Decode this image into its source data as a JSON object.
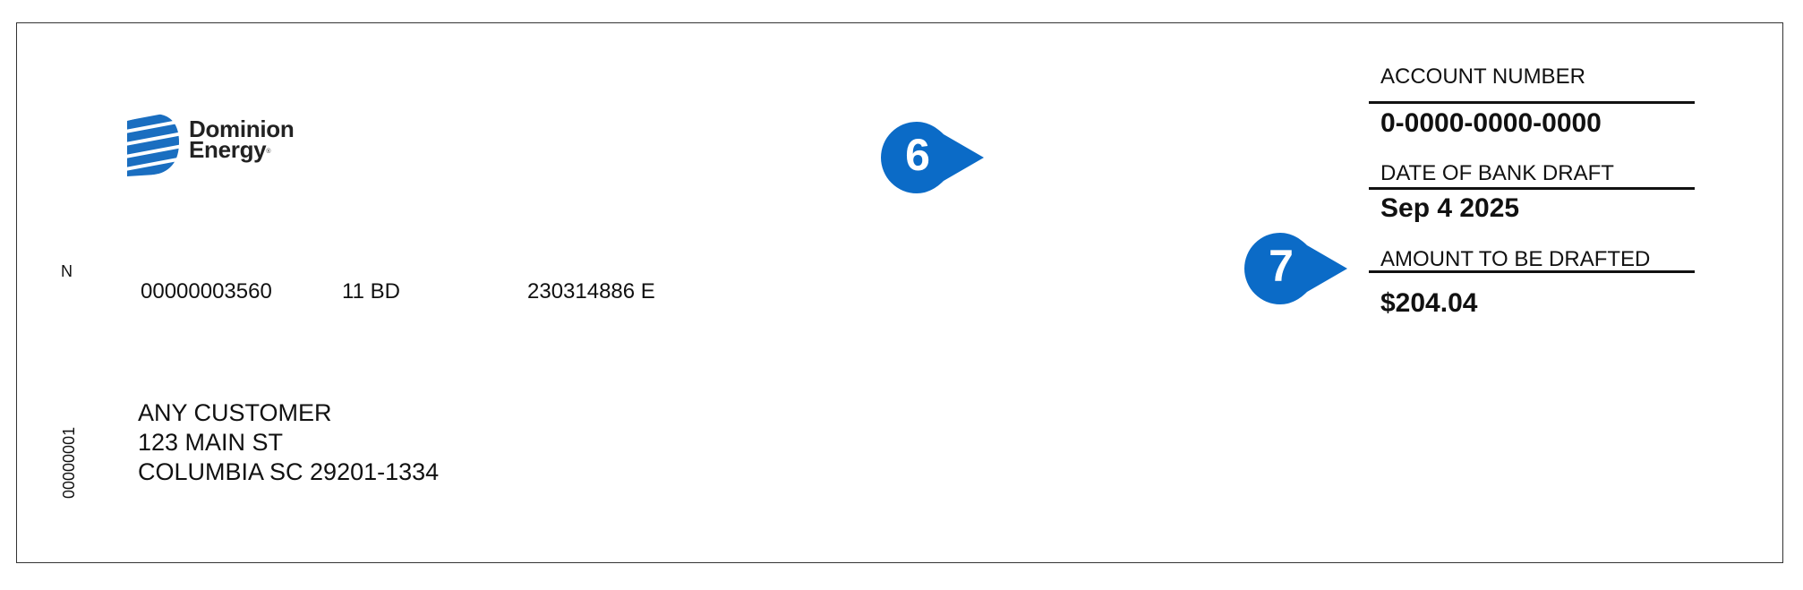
{
  "logo": {
    "brand_line1": "Dominion",
    "brand_line2": "Energy",
    "reg_mark": "®",
    "brand_color": "#1a6ec0"
  },
  "marker_color": "#0b6bc7",
  "sort": {
    "indicator": "N",
    "sequence": "00000003560",
    "code": "11  BD",
    "reference": "230314886  E",
    "vertical_number": "00000001"
  },
  "customer": {
    "name": "ANY CUSTOMER",
    "street": "123 MAIN ST",
    "city_state_zip": "COLUMBIA SC  29201-1334"
  },
  "account": {
    "label": "ACCOUNT NUMBER",
    "value": "0-0000-0000-0000"
  },
  "draft_date": {
    "label": "DATE OF BANK DRAFT",
    "value": "Sep 4 2025"
  },
  "amount": {
    "label": "AMOUNT TO BE DRAFTED",
    "value": "$204.04"
  },
  "callouts": [
    {
      "number": "6"
    },
    {
      "number": "7"
    }
  ]
}
